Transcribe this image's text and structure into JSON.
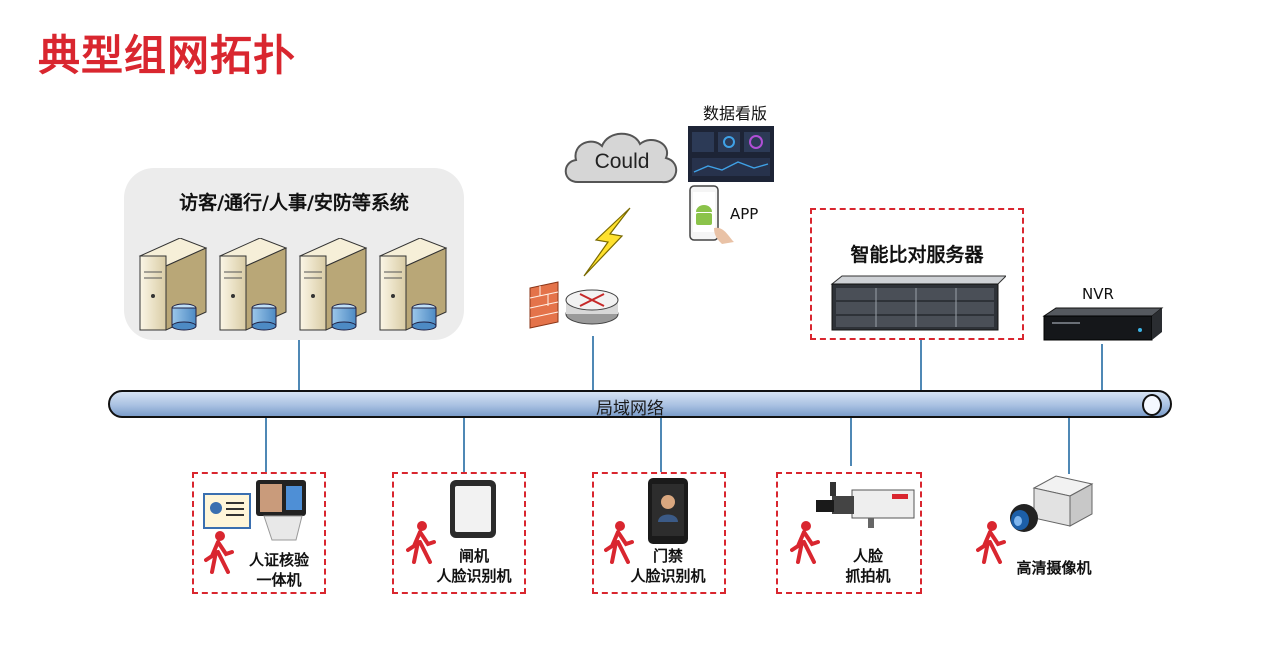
{
  "title": "典型组网拓扑",
  "system_box": {
    "label": "访客/通行/人事/安防等系统"
  },
  "cloud": {
    "label": "Could"
  },
  "dashboard": {
    "label": "数据看版"
  },
  "app": {
    "label": "APP"
  },
  "server": {
    "label": "智能比对服务器"
  },
  "nvr": {
    "label": "NVR"
  },
  "bus": {
    "label": "局域网络"
  },
  "devices": {
    "id_verify": {
      "line1": "人证核验",
      "line2": "一体机"
    },
    "gate": {
      "line1": "闸机",
      "line2": "人脸识别机"
    },
    "door": {
      "line1": "门禁",
      "line2": "人脸识别机"
    },
    "face_capture": {
      "line1": "人脸",
      "line2": "抓拍机"
    },
    "hd_camera": {
      "line1": "高清摄像机"
    }
  },
  "colors": {
    "title": "#d9262f",
    "dashed_border": "#d9262f",
    "link": "#4f88b5",
    "person": "#d9262f"
  }
}
